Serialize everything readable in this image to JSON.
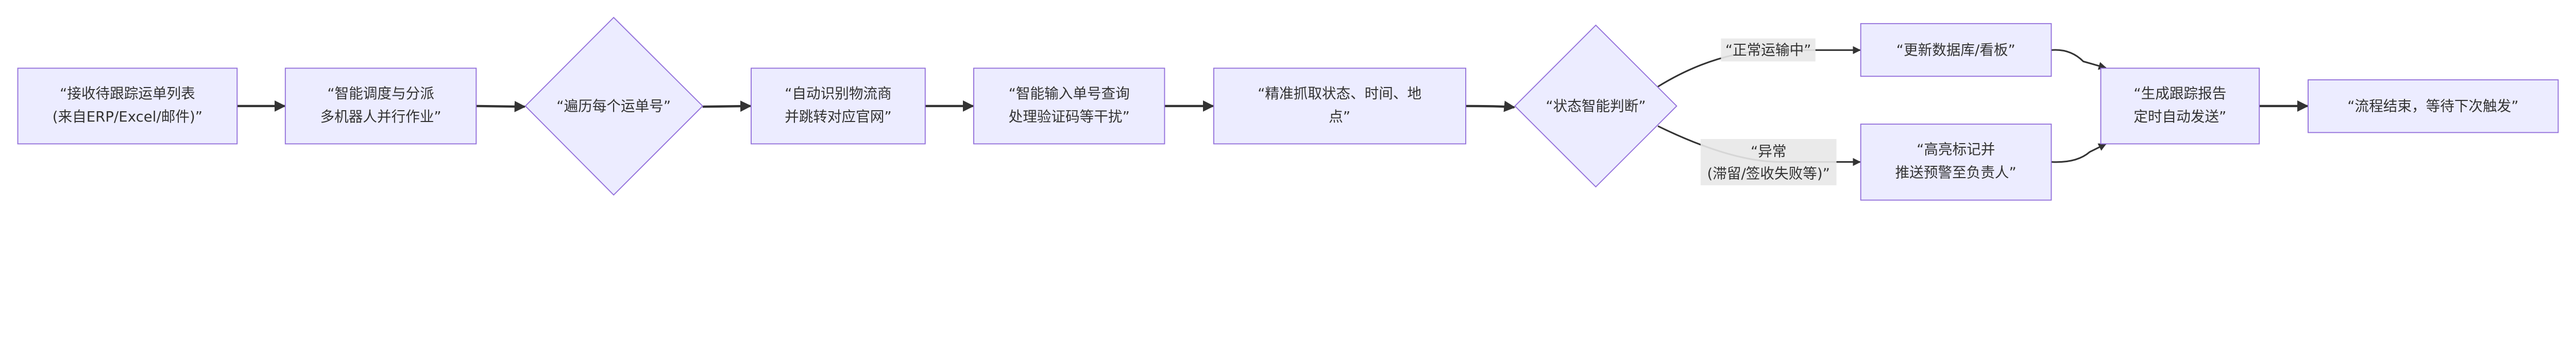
{
  "nodes": {
    "receive": {
      "line1": "“接收待跟踪运单列表",
      "line2": "(来自ERP/Excel/邮件)”"
    },
    "dispatch": {
      "line1": "“智能调度与分派",
      "line2": "多机器人并行作业”"
    },
    "loop": {
      "line1": "“遍历每个运单号”"
    },
    "identify": {
      "line1": "“自动识别物流商",
      "line2": "并跳转对应官网”"
    },
    "query": {
      "line1": "“智能输入单号查询",
      "line2": "处理验证码等干扰”"
    },
    "extract": {
      "line1": "“精准抓取状态、时间、地",
      "line2": "点”"
    },
    "judge": {
      "line1": "“状态智能判断”"
    },
    "update": {
      "line1": "“更新数据库/看板”"
    },
    "alert": {
      "line1": "“高亮标记并",
      "line2": "推送预警至负责人”"
    },
    "report": {
      "line1": "“生成跟踪报告",
      "line2": "定时自动发送”"
    },
    "end": {
      "line1": "“流程结束，等待下次触发”"
    }
  },
  "edge_labels": {
    "normal": "“正常运输中”",
    "abnormal_line1": "“异常",
    "abnormal_line2": "(滞留/签收失败等)”"
  },
  "colors": {
    "node_fill": "#ECECFF",
    "node_stroke": "#9370DB",
    "edge": "#333333",
    "label_bg": "#e8e8e8"
  }
}
